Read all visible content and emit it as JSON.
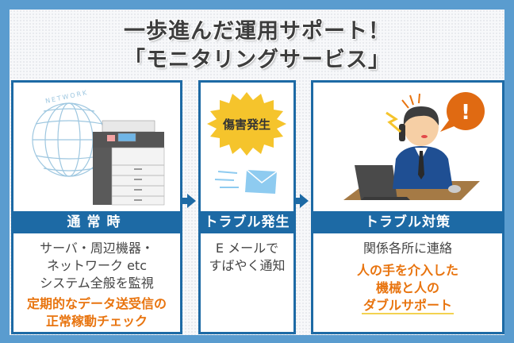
{
  "title": {
    "line1": "一歩進んだ運用サポート！",
    "line2": "「モニタリングサービス」"
  },
  "colors": {
    "frame": "#5a9ccf",
    "panel_border": "#1d6aa5",
    "band": "#1d6aa5",
    "highlight": "#e8740f",
    "underline": "#f3d250",
    "burst": "#f5c42c"
  },
  "panels": [
    {
      "header": "通常時",
      "illustration": "network-globe-and-multifunction-printer",
      "globe_label": "NETWORK",
      "lines": [
        "サーバ・周辺機器・",
        "ネットワーク etc",
        "システム全般を監視"
      ],
      "highlight_lines": [
        "定期的なデータ送受信の",
        "正常稼動チェック"
      ]
    },
    {
      "header": "トラブル発生",
      "illustration": "alert-burst-and-email",
      "burst_label": "傷害発生",
      "lines": [
        "E メールで",
        "すばやく通知"
      ],
      "highlight_lines": []
    },
    {
      "header": "トラブル対策",
      "illustration": "businessman-on-phone-at-desk",
      "speech_bubble": "!",
      "lines": [
        "関係各所に連絡"
      ],
      "highlight_lines": [
        "人の手を介入した",
        "機械と人の",
        "ダブルサポート"
      ]
    }
  ],
  "arrows": [
    "arrow-right",
    "arrow-right"
  ]
}
